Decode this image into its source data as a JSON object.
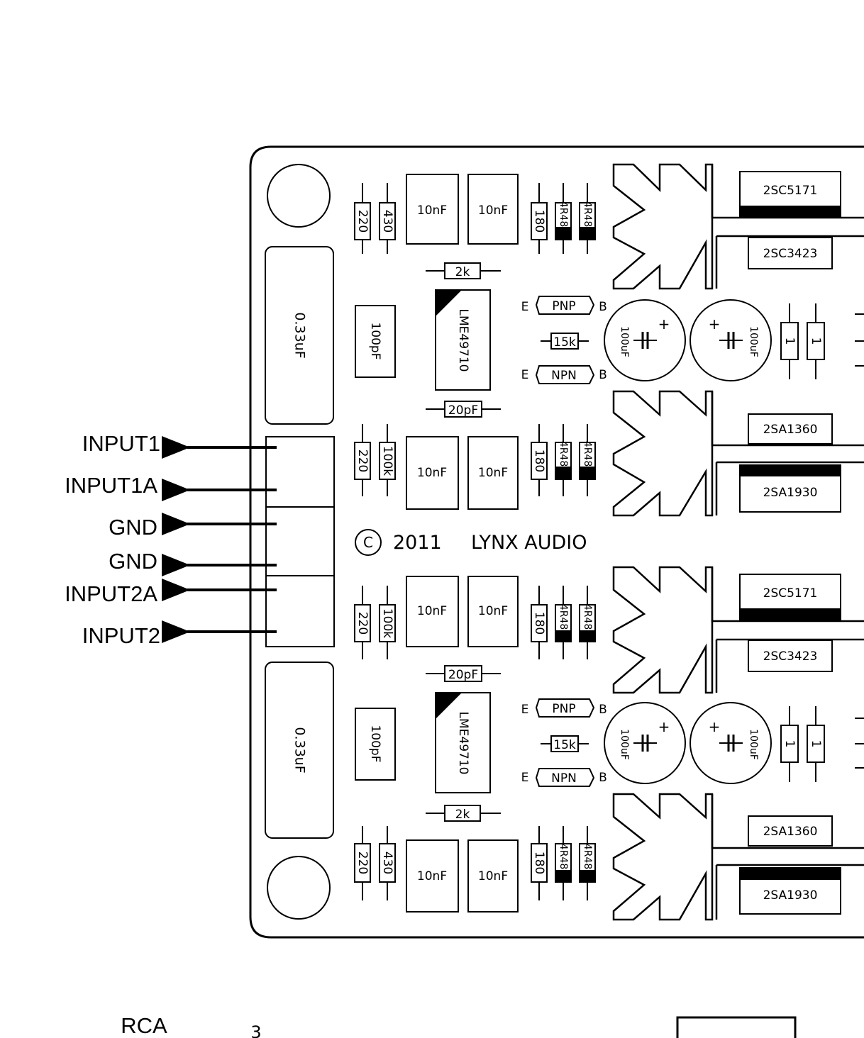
{
  "board": {
    "copyright_symbol": "C",
    "copyright_year": "2011",
    "maker": "LYNX AUDIO"
  },
  "inputs": [
    "INPUT1",
    "INPUT1A",
    "GND",
    "GND",
    "INPUT2A",
    "INPUT2"
  ],
  "capacitors": {
    "film_033": "0.33uF",
    "ceramic_10n": "10nF",
    "pf_100": "100pF",
    "pf_20": "20pF",
    "electrolytic": "100uF"
  },
  "resistors": {
    "r220": "220",
    "r430": "430",
    "r100k": "100k",
    "r180": "180",
    "r4r48": "4R48",
    "r2k": "2k",
    "r15k": "15k",
    "r1": "1"
  },
  "ic": "LME49710",
  "transistors": {
    "pnp": "PNP",
    "npn": "NPN",
    "emitter": "E",
    "base": "B",
    "q_2sc5171": "2SC5171",
    "q_2sc3423": "2SC3423",
    "q_2sa1360": "2SA1360",
    "q_2sa1930": "2SA1930"
  },
  "bottom": {
    "rca_label": "RCA",
    "pin_number": "3"
  }
}
